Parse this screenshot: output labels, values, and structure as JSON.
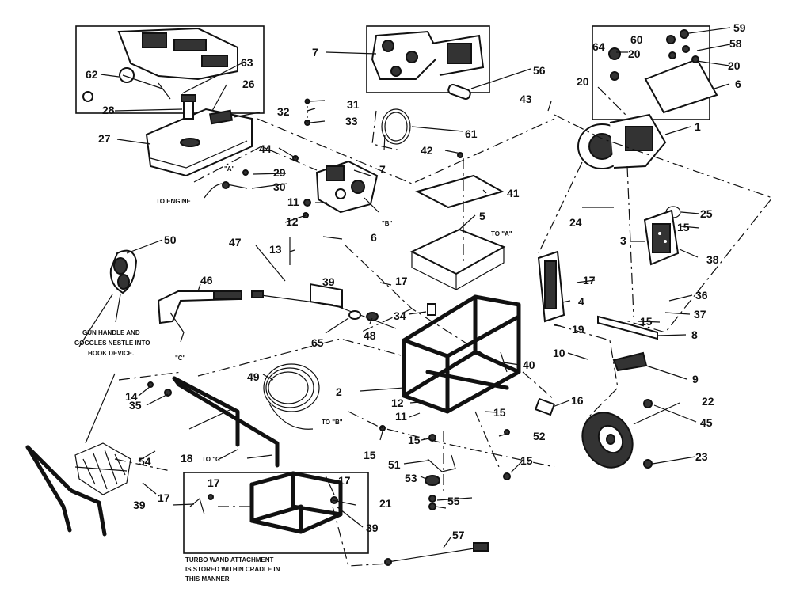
{
  "part_numbers": [
    "1",
    "2",
    "3",
    "4",
    "5",
    "6",
    "7",
    "8",
    "9",
    "10",
    "11",
    "12",
    "13",
    "14",
    "15",
    "16",
    "17",
    "18",
    "19",
    "20",
    "21",
    "22",
    "23",
    "24",
    "25",
    "26",
    "27",
    "28",
    "29",
    "30",
    "31",
    "32",
    "33",
    "34",
    "35",
    "36",
    "37",
    "38",
    "39",
    "40",
    "41",
    "42",
    "43",
    "44",
    "45",
    "46",
    "47",
    "48",
    "49",
    "50",
    "51",
    "52",
    "53",
    "54",
    "55",
    "56",
    "57",
    "58",
    "59",
    "60",
    "61",
    "62",
    "63",
    "64",
    "65"
  ],
  "notes": {
    "to_engine": "TO ENGINE",
    "to_a": "TO \"A\"",
    "to_b": "TO \"B\"",
    "to_c": "TO \"C\"",
    "marker_a": "\"A\"",
    "marker_b": "\"B\"",
    "marker_c": "\"C\"",
    "gun_note_1": "GUN HANDLE AND",
    "gun_note_2": "GOGGLES NESTLE INTO",
    "gun_note_3": "HOOK DEVICE.",
    "turbo_note_1": "TURBO WAND ATTACHMENT",
    "turbo_note_2": "IS STORED WITHIN CRADLE IN",
    "turbo_note_3": "THIS MANNER"
  }
}
